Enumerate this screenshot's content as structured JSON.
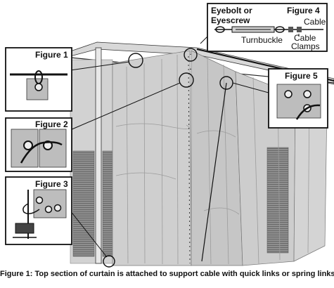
{
  "figure1": {
    "title": "Figure 1"
  },
  "figure2": {
    "title": "Figure 2"
  },
  "figure3": {
    "title": "Figure 3"
  },
  "figure4": {
    "title": "Figure 4",
    "eyebolt_label_line1": "Eyebolt or",
    "eyebolt_label_line2": "Eyescrew",
    "cable_label": "Cable",
    "turnbuckle_label": "Turnbuckle",
    "clamps_label_line1": "Cable",
    "clamps_label_line2": "Clamps"
  },
  "figure5": {
    "title": "Figure 5"
  },
  "caption": "Figure 1: Top section of curtain is attached to support cable with quick links or spring links.",
  "colors": {
    "curtain": "#c9c9c9",
    "curtain_dark": "#9a9a9a",
    "background": "#ffffff",
    "ink": "#111111"
  }
}
